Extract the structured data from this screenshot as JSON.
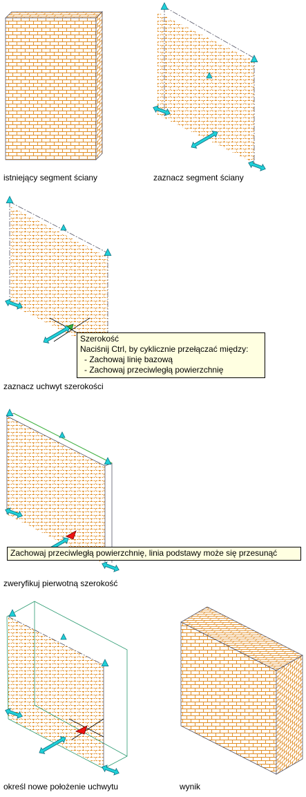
{
  "captions": {
    "step1": "istniejący segment ściany",
    "step2": "zaznacz segment ściany",
    "step3": "zaznacz uchwyt szerokości",
    "step4": "zweryfikuj pierwotną szerokość",
    "step5": "określ nowe położenie uchwytu",
    "step6": "wynik"
  },
  "tooltip_width": {
    "title": "Szerokość",
    "line1": "Naciśnij Ctrl, by cyklicznie przełączać między:",
    "option1": "- Zachowaj linię bazową",
    "option2": "- Zachowaj przeciwległą powierzchnię"
  },
  "tooltip_keep": {
    "text": "Zachowaj przeciwległą powierzchnię, linia podstawy może się przesunąć"
  },
  "colors": {
    "brick": "#e08a1e",
    "grip": "#1fd0d8",
    "grip_dark": "#0e6f80",
    "active_grip": "#ee1111",
    "hover_grip": "#36b040",
    "outline": "#555566",
    "highlight_line": "#44bb44",
    "preview_box": "#2a9a70",
    "tooltip_bg": "#ffffe1"
  }
}
